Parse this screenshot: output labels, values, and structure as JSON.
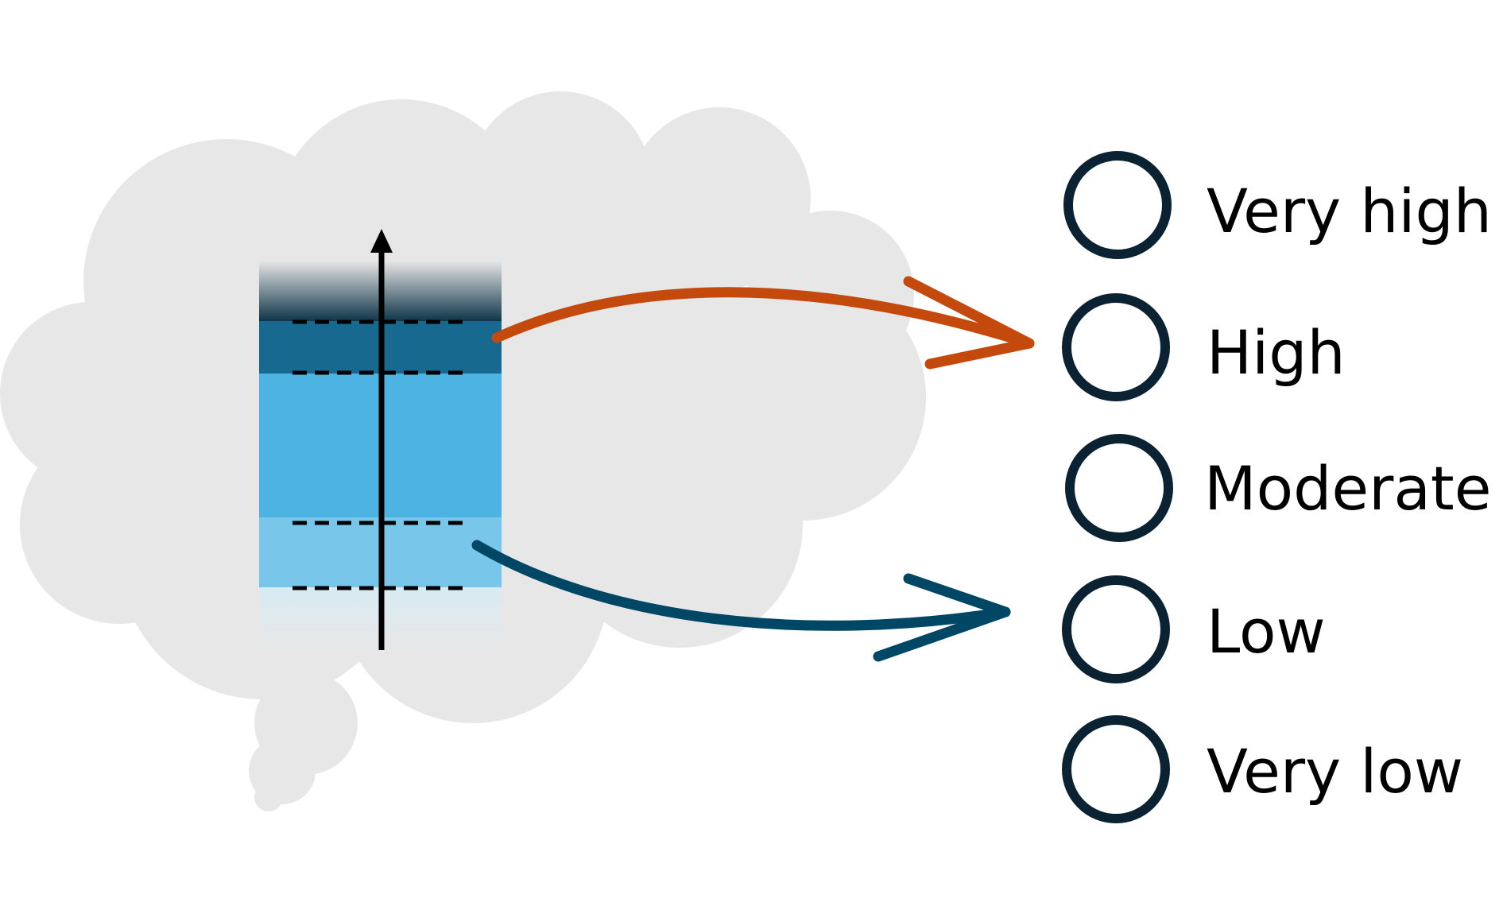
{
  "colors": {
    "background": "#ffffff",
    "thought_cloud": "#e7e7e7",
    "band_top_dark": "#0c3346",
    "band_high": "#17698f",
    "band_moderate": "#4cb3e2",
    "band_low": "#78c7eb",
    "band_very_low": "#d8ebf3",
    "axis": "#000000",
    "threshold_lines": "#000000",
    "arrow_to_high": "#c4490c",
    "arrow_to_low": "#004766",
    "radio_ring": "#0b2233",
    "label_text": "#000000"
  },
  "icons": {
    "thought_cloud": "thought-bubble-icon",
    "scale_axis": "arrow-up-icon",
    "high_arrow": "curved-arrow-right-icon",
    "low_arrow": "curved-arrow-right-icon",
    "option_marker": "radio-empty-icon"
  },
  "scale": {
    "band_order": [
      "very high",
      "high",
      "moderate",
      "low",
      "very low"
    ],
    "dashed_thresholds_count": 4
  },
  "mapping": {
    "arrow_from_high_band_to": "High",
    "arrow_from_low_band_to": "Low"
  },
  "options": [
    {
      "label": "Very high",
      "selected": false
    },
    {
      "label": "High",
      "selected": false
    },
    {
      "label": "Moderate",
      "selected": false
    },
    {
      "label": "Low",
      "selected": false
    },
    {
      "label": "Very low",
      "selected": false
    }
  ]
}
